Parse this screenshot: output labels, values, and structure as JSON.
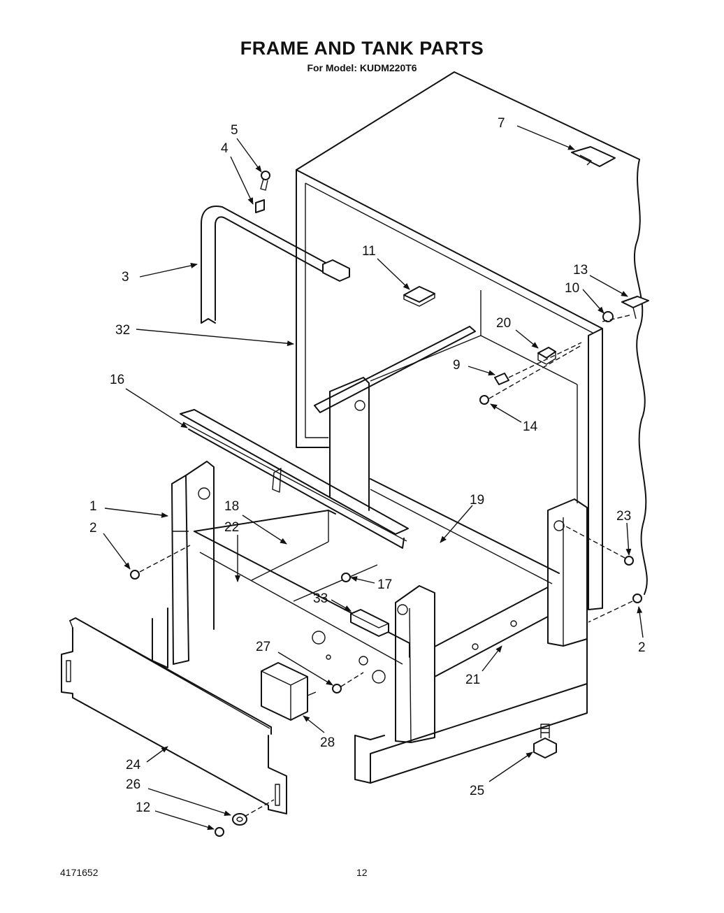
{
  "header": {
    "title": "FRAME AND TANK PARTS",
    "subtitle": "For Model: KUDM220T6"
  },
  "footer": {
    "doc_number": "4171652",
    "page_number": "12"
  },
  "callouts": [
    {
      "id": "c1",
      "label": "1"
    },
    {
      "id": "c2a",
      "label": "2"
    },
    {
      "id": "c2b",
      "label": "2"
    },
    {
      "id": "c3",
      "label": "3"
    },
    {
      "id": "c4",
      "label": "4"
    },
    {
      "id": "c5",
      "label": "5"
    },
    {
      "id": "c7",
      "label": "7"
    },
    {
      "id": "c9",
      "label": "9"
    },
    {
      "id": "c10",
      "label": "10"
    },
    {
      "id": "c11",
      "label": "11"
    },
    {
      "id": "c12",
      "label": "12"
    },
    {
      "id": "c13",
      "label": "13"
    },
    {
      "id": "c14",
      "label": "14"
    },
    {
      "id": "c16",
      "label": "16"
    },
    {
      "id": "c17",
      "label": "17"
    },
    {
      "id": "c18",
      "label": "18"
    },
    {
      "id": "c19",
      "label": "19"
    },
    {
      "id": "c20",
      "label": "20"
    },
    {
      "id": "c21",
      "label": "21"
    },
    {
      "id": "c22",
      "label": "22"
    },
    {
      "id": "c23",
      "label": "23"
    },
    {
      "id": "c24",
      "label": "24"
    },
    {
      "id": "c25",
      "label": "25"
    },
    {
      "id": "c26",
      "label": "26"
    },
    {
      "id": "c27",
      "label": "27"
    },
    {
      "id": "c28",
      "label": "28"
    },
    {
      "id": "c32",
      "label": "32"
    },
    {
      "id": "c33",
      "label": "33"
    }
  ]
}
